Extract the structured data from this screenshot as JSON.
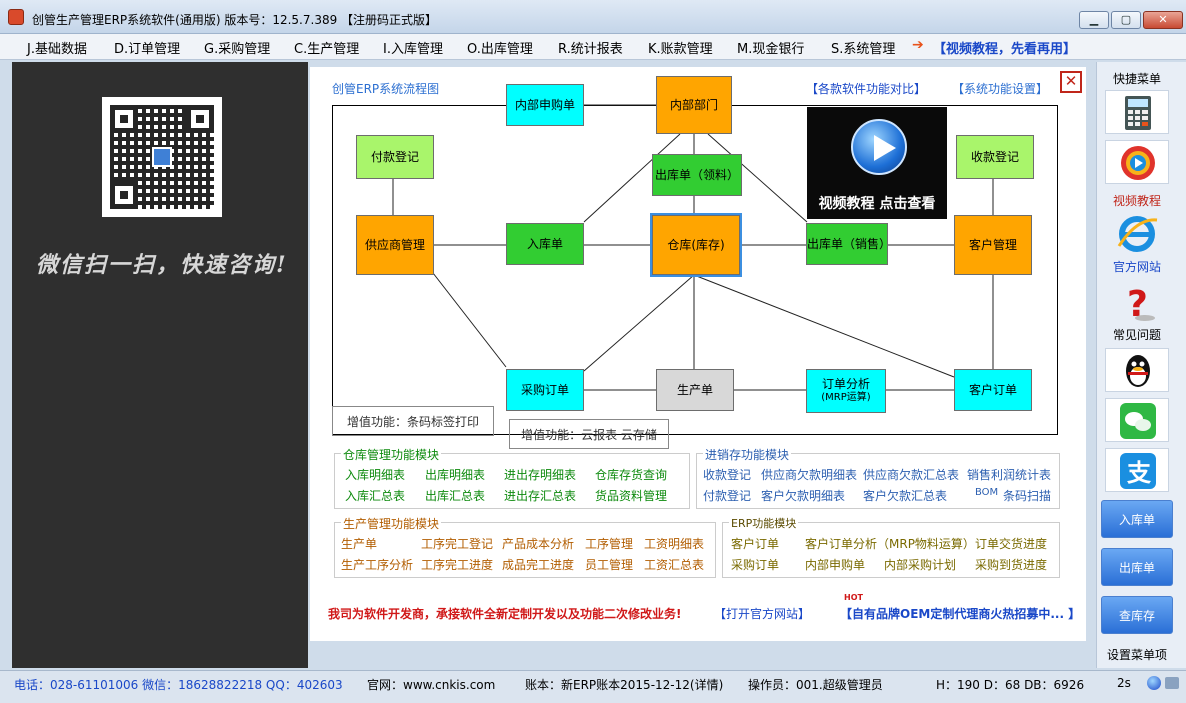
{
  "titlebar": {
    "title": "创管生产管理ERP系统软件(通用版) 版本号：12.5.7.389 【注册码正式版】",
    "min": "▁",
    "max": "▢",
    "close": "✕"
  },
  "menu": [
    "J.基础数据",
    "D.订单管理",
    "G.采购管理",
    "C.生产管理",
    "I.入库管理",
    "O.出库管理",
    "R.统计报表",
    "K.账款管理",
    "M.现金银行",
    "S.系统管理"
  ],
  "menu_video": "【视频教程，先看再用】",
  "left_panel": {
    "slogan": "微信扫一扫，快速咨询!"
  },
  "flow": {
    "title": "创管ERP系统流程图",
    "compare_link": "【各款软件功能对比】",
    "settings_link": "【系统功能设置】",
    "close": "✕",
    "nodes": {
      "internal_purchase": "内部申购单",
      "internal_dept": "内部部门",
      "payment_reg": "付款登记",
      "outbound_material": "出库单（领料）",
      "receipt_reg": "收款登记",
      "supplier_mgmt": "供应商管理",
      "inbound": "入库单",
      "warehouse": "仓库(库存)",
      "outbound_sales": "出库单（销售）",
      "customer_mgmt": "客户管理",
      "purchase_order": "采购订单",
      "production": "生产单",
      "order_analysis_1": "订单分析",
      "order_analysis_2": "(MRP运算)",
      "customer_order": "客户订单"
    },
    "video_promo": "视频教程 点击查看",
    "vas_barcode": "增值功能：条码标签打印",
    "vas_cloud": "增值功能：云报表  云存储"
  },
  "modules": {
    "warehouse": {
      "title": "仓库管理功能模块",
      "links": [
        "入库明细表",
        "出库明细表",
        "进出存明细表",
        "仓库存货查询",
        "入库汇总表",
        "出库汇总表",
        "进出存汇总表",
        "货品资料管理"
      ]
    },
    "psi": {
      "title": "进销存功能模块",
      "links": [
        "收款登记",
        "供应商欠款明细表",
        "供应商欠款汇总表",
        "销售利润统计表",
        "付款登记",
        "客户欠款明细表",
        "客户欠款汇总表",
        "BOM",
        "条码扫描"
      ]
    },
    "production": {
      "title": "生产管理功能模块",
      "links": [
        "生产单",
        "工序完工登记",
        "产品成本分析",
        "工序管理",
        "工资明细表",
        "生产工序分析",
        "工序完工进度",
        "成品完工进度",
        "员工管理",
        "工资汇总表"
      ]
    },
    "erp": {
      "title": "ERP功能模块",
      "links": [
        "客户订单",
        "客户订单分析（MRP物料运算）",
        "订单交货进度",
        "采购订单",
        "内部申购单",
        "内部采购计划",
        "采购到货进度"
      ]
    }
  },
  "footer": {
    "custom_dev": "我司为软件开发商，承接软件全新定制开发以及功能二次修改业务!",
    "official_site": "【打开官方网站】",
    "hot": "HOT",
    "oem": "【自有品牌OEM定制代理商火热招募中...  】"
  },
  "sidebar": {
    "title": "快捷菜单",
    "items": [
      "视频教程",
      "官方网站",
      "常见问题"
    ],
    "buttons": [
      "入库单",
      "出库单",
      "查库存"
    ],
    "settings": "设置菜单项"
  },
  "status": {
    "contact": "电话：028-61101006 微信：18628822218 QQ：402603",
    "website": "官网：www.cnkis.com",
    "account": "账本：新ERP账本2015-12-12(详情)",
    "operator": "操作员：001.超级管理员",
    "stats": "H：190 D：68 DB：6926",
    "seconds": "2s"
  },
  "colors": {
    "cyan_node": "#00ffff",
    "orange_node": "#ffa500",
    "green_node": "#32cd32",
    "light_green_node": "#a9f56b",
    "accent_blue": "#1a48c8",
    "red_text": "#d01818"
  }
}
